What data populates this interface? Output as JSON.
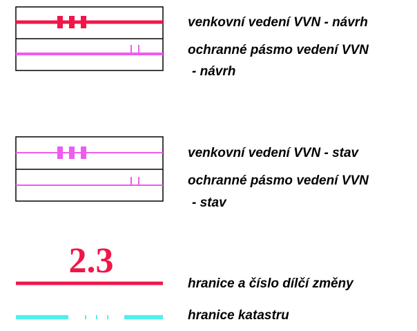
{
  "legend": {
    "items": [
      {
        "label": "venkovní vedení VVN - návrh"
      },
      {
        "label_line1": "ochranné pásmo vedení VVN",
        "label_line2": "- návrh"
      },
      {
        "label": "venkovní vedení VVN - stav"
      },
      {
        "label_line1": "ochranné pásmo vedení VVN",
        "label_line2": "- stav"
      },
      {
        "label": "hranice a číslo dílčí změny",
        "change_number": "2.3"
      },
      {
        "label": "hranice katastru"
      }
    ]
  },
  "colors": {
    "proposal_line": "#f0164a",
    "existing_line": "#f05af0",
    "change_boundary": "#f0164a",
    "cadastre_boundary": "#4ef0f0",
    "frame": "#000000"
  }
}
